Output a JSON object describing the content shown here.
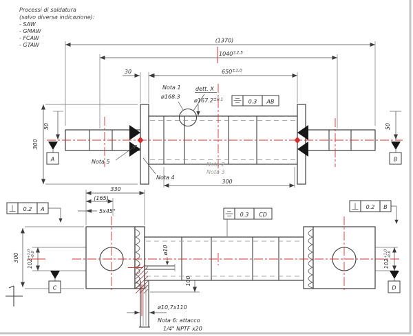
{
  "note_block": {
    "title": "Processi di saldatura",
    "subtitle": "(salvo diversa indicazione):",
    "items": [
      "- SAW",
      "- GMAW",
      "- FCAW",
      "- GTAW"
    ]
  },
  "top_view": {
    "dim_1370": "(1370)",
    "dim_1040": "1040",
    "dim_1040_tol": "±2,5",
    "dim_650": "650",
    "dim_650_tol": "±1,0",
    "dim_30": "30",
    "nota_1": "Nota 1",
    "dia_168": "ø168.3",
    "dett_x": "dett. X",
    "dia_167": "ø167.2",
    "dia_167_tol": "±0.1",
    "fcf_runout": {
      "tol": "0.3",
      "datum": "AB"
    },
    "dim_300_flange": "300",
    "dim_50_left": "50",
    "dim_50_right": "50",
    "datum_a": "A",
    "datum_b": "B",
    "nota_5": "Nota 5",
    "nota_4": "Nota 4",
    "nota_2": "Nota 2",
    "nota_3": "Nota 3",
    "dim_300_shell": "300"
  },
  "bottom_view": {
    "dim_330": "330",
    "dim_165": "(165)",
    "chamfer": "5x45°",
    "fcf_perp_left": {
      "tol": "0.2",
      "datum": "A"
    },
    "fcf_perp_right": {
      "tol": "0.2",
      "datum": "B"
    },
    "fcf_sym": {
      "tol": "0.3",
      "datum": "CD"
    },
    "dim_300_block": "300",
    "bore_left": {
      "value": "102",
      "tol_up": "+1,0",
      "tol_dn": "-0,0"
    },
    "bore_right": {
      "value": "102",
      "tol_up": "+1,0",
      "tol_dn": "-0,0"
    },
    "datum_c": "C",
    "datum_d": "D",
    "dia_10": "ø10",
    "dim_100": "100",
    "dia_tube": "ø10,7x110",
    "nota_6_l1": "Nota 6: attacco",
    "nota_6_l2": "1/4\" NPTF x20"
  }
}
